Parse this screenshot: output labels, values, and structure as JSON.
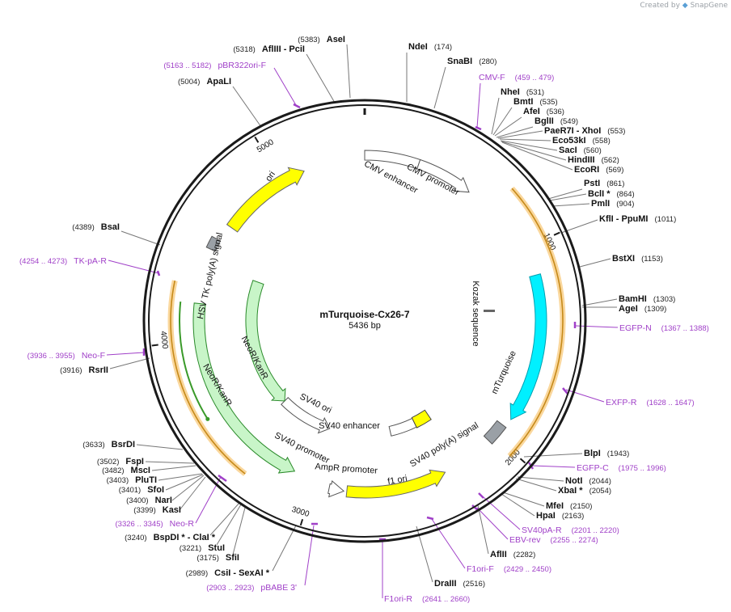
{
  "credit": {
    "prefix": "Created by",
    "brand": "SnapGene",
    "logo_icon": "snapgene-logo-icon"
  },
  "plasmid": {
    "name": "mTurquoise-Cx26-7",
    "length_label": "5436 bp"
  },
  "colors": {
    "backbone": "#1a1a1a",
    "site_text": "#111111",
    "pos_text": "#222222",
    "primer": "#a040c8",
    "ori": "#ffff00",
    "cyan": "#00f0ff",
    "resistance": "#c8f5c8",
    "polyA": "#9aa0a6",
    "promoter": "#ffffff",
    "orange": "#f5a623",
    "green": "#3a9a2a"
  },
  "ticks": [
    {
      "label": "1000",
      "angle": 65.6
    },
    {
      "label": "2000",
      "angle": 131.5
    },
    {
      "label": "3000",
      "angle": 197.4
    },
    {
      "label": "4000",
      "angle": 263.4
    },
    {
      "label": "5000",
      "angle": 329.2
    }
  ],
  "sites": [
    {
      "name": "NdeI",
      "pos": "(174)"
    },
    {
      "name": "SnaBI",
      "pos": "(280)"
    },
    {
      "name": "NheI",
      "pos": "(531)"
    },
    {
      "name": "BmtI",
      "pos": "(535)"
    },
    {
      "name": "AfeI",
      "pos": "(536)"
    },
    {
      "name": "BglII",
      "pos": "(549)"
    },
    {
      "name": "PaeR7I - XhoI",
      "pos": "(553)"
    },
    {
      "name": "Eco53kI",
      "pos": "(558)"
    },
    {
      "name": "SacI",
      "pos": "(560)"
    },
    {
      "name": "HindIII",
      "pos": "(562)"
    },
    {
      "name": "EcoRI",
      "pos": "(569)"
    },
    {
      "name": "PstI",
      "pos": "(861)"
    },
    {
      "name": "BclI *",
      "pos": "(864)"
    },
    {
      "name": "PmlI",
      "pos": "(904)"
    },
    {
      "name": "KflI - PpuMI",
      "pos": "(1011)"
    },
    {
      "name": "BstXI",
      "pos": "(1153)"
    },
    {
      "name": "BamHI",
      "pos": "(1303)"
    },
    {
      "name": "AgeI",
      "pos": "(1309)"
    },
    {
      "name": "BlpI",
      "pos": "(1943)"
    },
    {
      "name": "NotI",
      "pos": "(2044)"
    },
    {
      "name": "XbaI *",
      "pos": "(2054)"
    },
    {
      "name": "MfeI",
      "pos": "(2150)"
    },
    {
      "name": "HpaI",
      "pos": "(2163)"
    },
    {
      "name": "AflII",
      "pos": "(2282)"
    },
    {
      "name": "DraIII",
      "pos": "(2516)"
    },
    {
      "name": "CsiI - SexAI *",
      "pos": "(2989)"
    },
    {
      "name": "SfiI",
      "pos": "(3175)"
    },
    {
      "name": "StuI",
      "pos": "(3221)"
    },
    {
      "name": "BspDI * - ClaI *",
      "pos": "(3240)"
    },
    {
      "name": "KasI",
      "pos": "(3399)"
    },
    {
      "name": "NarI",
      "pos": "(3400)"
    },
    {
      "name": "SfoI",
      "pos": "(3401)"
    },
    {
      "name": "PluTI",
      "pos": "(3403)"
    },
    {
      "name": "MscI",
      "pos": "(3482)"
    },
    {
      "name": "FspI",
      "pos": "(3502)"
    },
    {
      "name": "BsrDI",
      "pos": "(3633)"
    },
    {
      "name": "RsrII",
      "pos": "(3916)"
    },
    {
      "name": "BsaI",
      "pos": "(4389)"
    },
    {
      "name": "ApaLI",
      "pos": "(5004)"
    },
    {
      "name": "AflIII - PciI",
      "pos": "(5318)"
    },
    {
      "name": "AseI",
      "pos": "(5383)"
    }
  ],
  "primers": [
    {
      "name": "CMV-F",
      "range": "(459 .. 479)"
    },
    {
      "name": "EGFP-N",
      "range": "(1367 .. 1388)"
    },
    {
      "name": "EXFP-R",
      "range": "(1628 .. 1647)"
    },
    {
      "name": "EGFP-C",
      "range": "(1975 .. 1996)"
    },
    {
      "name": "SV40pA-R",
      "range": "(2201 .. 2220)"
    },
    {
      "name": "EBV-rev",
      "range": "(2255 .. 2274)"
    },
    {
      "name": "F1ori-F",
      "range": "(2429 .. 2450)"
    },
    {
      "name": "F1ori-R",
      "range": "(2641 .. 2660)"
    },
    {
      "name": "pBABE 3'",
      "range": "(2903 .. 2923)"
    },
    {
      "name": "Neo-R",
      "range": "(3326 .. 3345)"
    },
    {
      "name": "Neo-F",
      "range": "(3936 .. 3955)"
    },
    {
      "name": "TK-pA-R",
      "range": "(4254 .. 4273)"
    },
    {
      "name": "pBR322ori-F",
      "range": "(5163 .. 5182)"
    }
  ],
  "features": [
    {
      "name": "CMV enhancer",
      "type": "enhancer"
    },
    {
      "name": "CMV promoter",
      "type": "promoter"
    },
    {
      "name": "Kozak sequence",
      "type": "misc"
    },
    {
      "name": "mTurquoise",
      "type": "cds"
    },
    {
      "name": "SV40 poly(A) signal",
      "type": "polyA"
    },
    {
      "name": "f1 ori",
      "type": "origin"
    },
    {
      "name": "AmpR promoter",
      "type": "promoter"
    },
    {
      "name": "SV40 promoter",
      "type": "promoter"
    },
    {
      "name": "SV40 enhancer",
      "type": "enhancer"
    },
    {
      "name": "SV40 ori",
      "type": "origin"
    },
    {
      "name": "NeoR/KanR",
      "type": "cds"
    },
    {
      "name": "NeoR/KanR",
      "type": "cds"
    },
    {
      "name": "HSV TK poly(A) signal",
      "type": "polyA"
    },
    {
      "name": "ori",
      "type": "origin"
    }
  ]
}
